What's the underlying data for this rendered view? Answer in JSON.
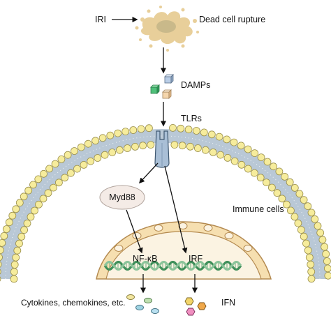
{
  "labels": {
    "iri": "IRI",
    "dead_cell_rupture": "Dead cell rupture",
    "damps": "DAMPs",
    "tlrs": "TLRs",
    "myd88": "Myd88",
    "immune_cells": "Immune cells",
    "nfkb": "NF-κB",
    "irf": "IRF",
    "cytokines": "Cytokines, chemokines, etc.",
    "ifn": "IFN"
  },
  "colors": {
    "dead_cell": "#e8cf9a",
    "dead_cell_core": "#c9b98a",
    "lipid_head": "#f6ec9c",
    "lipid_head_stroke": "#9a8f4a",
    "membrane_tail": "#b9c8d6",
    "receptor": "#a9bfd6",
    "nucleus_outer": "#f6dfb0",
    "nucleus_stroke": "#b48a50",
    "dna_strand_1": "#3f8f5a",
    "dna_strand_2": "#8bc49a",
    "myd88_fill": "#f4ebe6",
    "damp_blue": "#b9cde6",
    "damp_green": "#4fc07a",
    "damp_peach": "#f5d6ad",
    "cytokine_colors": [
      "#f2e6a0",
      "#bfe0b0",
      "#9fd3e2",
      "#b9e0f0"
    ],
    "ifn_colors": [
      "#f3d56a",
      "#f08fc0",
      "#f0a84a"
    ]
  }
}
